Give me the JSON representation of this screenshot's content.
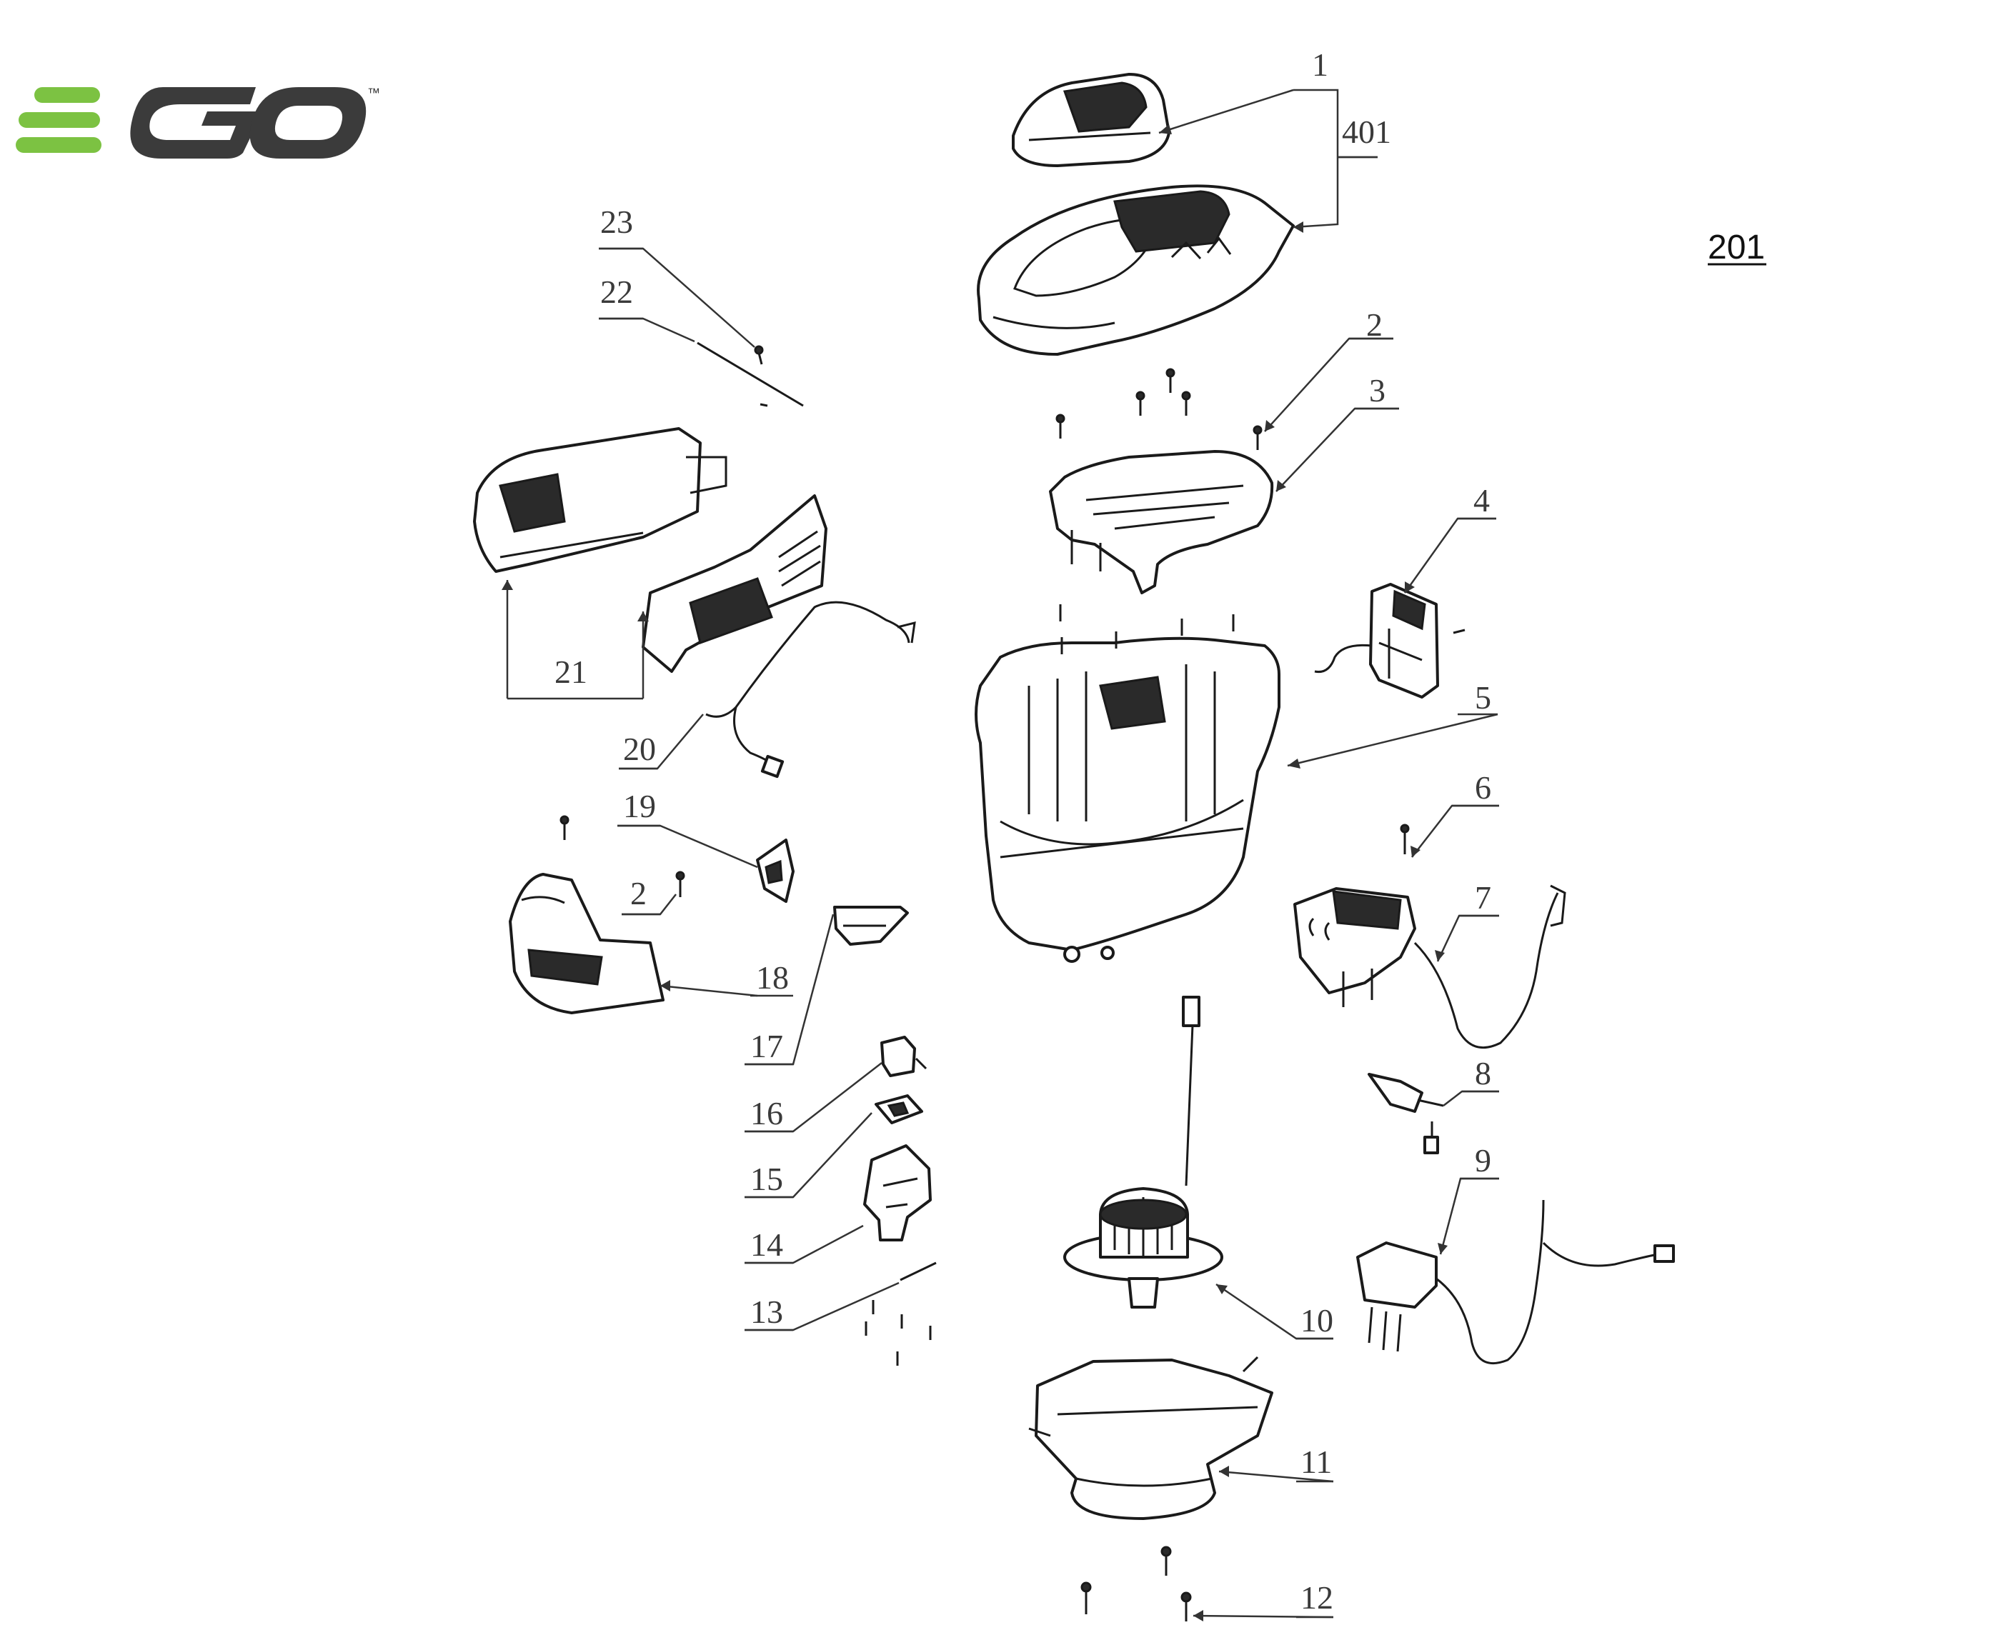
{
  "brand": {
    "name": "EGO",
    "trademark": "™",
    "colors": {
      "green": "#7cc242",
      "dark": "#3b3b3b"
    }
  },
  "page_reference": "201",
  "callouts": [
    "1",
    "401",
    "2",
    "3",
    "4",
    "5",
    "6",
    "7",
    "8",
    "9",
    "10",
    "11",
    "12",
    "13",
    "14",
    "15",
    "16",
    "17",
    "18",
    "19",
    "2",
    "20",
    "21",
    "22",
    "23"
  ]
}
